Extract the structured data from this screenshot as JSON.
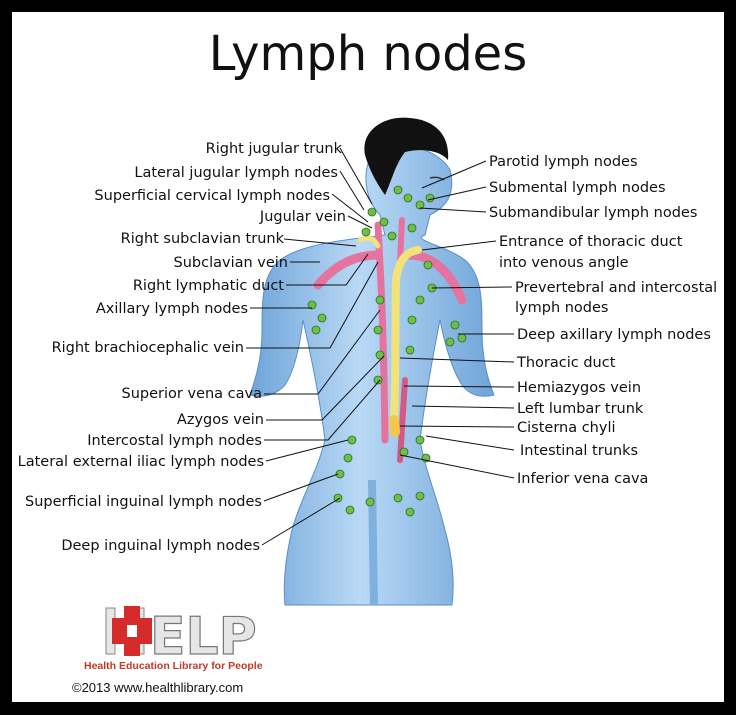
{
  "title": "Lymph nodes",
  "labels_left": [
    "Right jugular trunk",
    "Lateral jugular lymph nodes",
    "Superficial cervical lymph nodes",
    "Jugular vein",
    "Right subclavian trunk",
    "Subclavian vein",
    "Right lymphatic duct",
    "Axillary lymph nodes",
    "Right brachiocephalic vein",
    "Superior vena cava",
    "Azygos vein",
    "Intercostal lymph nodes",
    "Lateral external iliac lymph nodes",
    "Superficial inguinal lymph nodes",
    "Deep inguinal lymph nodes"
  ],
  "labels_right": [
    "Parotid lymph nodes",
    "Submental lymph nodes",
    "Submandibular lymph nodes",
    "Entrance of thoracic duct",
    "into venous angle",
    "Prevertebral and intercostal",
    "lymph nodes",
    "Deep axillary lymph nodes",
    "Thoracic duct",
    "Hemiazygos vein",
    "Left lumbar trunk",
    "Cisterna chyli",
    "Intestinal trunks",
    "Inferior vena cava"
  ],
  "logo": {
    "letters": "HELP",
    "tagline": "Health Education Library for People"
  },
  "copyright": "©2013 www.healthlibrary.com",
  "colors": {
    "body": "#9cc6ec",
    "body_shade": "#6fa4d8",
    "hair": "#111111",
    "vein": "#e5739f",
    "duct": "#f1e27a",
    "node": "#6cc04a",
    "logo_red": "#d62b2b"
  }
}
